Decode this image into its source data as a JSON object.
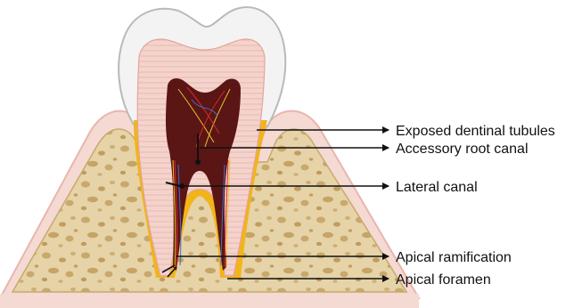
{
  "diagram": {
    "labels": {
      "exposed_dentinal_tubules": "Exposed dentinal tubules",
      "accessory_root_canal": "Accessory root canal",
      "lateral_canal": "Lateral canal",
      "apical_ramification": "Apical ramification",
      "apical_foramen": "Apical foramen"
    }
  }
}
